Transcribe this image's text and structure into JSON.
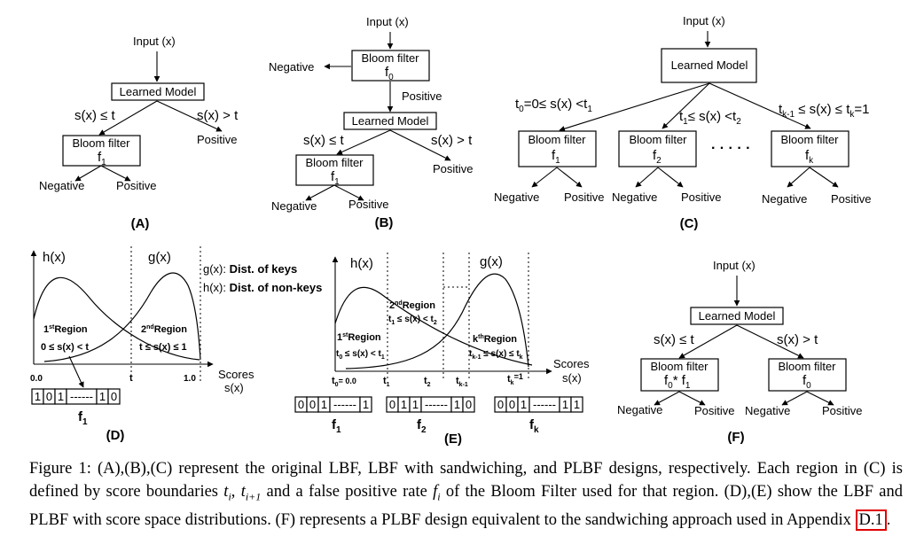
{
  "A": {
    "input": "Input (x)",
    "model": "Learned Model",
    "left_cond": "s(x) ≤ t",
    "right_cond": "s(x) > t",
    "bloom": "Bloom filter",
    "f": "f",
    "f_sub": "1",
    "negative": "Negative",
    "positive": "Positive",
    "positive_right": "Positive",
    "label": "(A)"
  },
  "B": {
    "input": "Input (x)",
    "negative_top": "Negative",
    "bloom_top": "Bloom filter",
    "f0": "f",
    "f0_sub": "0",
    "positive_mid": "Positive",
    "model": "Learned Model",
    "left_cond": "s(x) ≤ t",
    "right_cond": "s(x) > t",
    "bloom": "Bloom filter",
    "f1": "f",
    "f1_sub": "1",
    "positive_right": "Positive",
    "negative": "Negative",
    "positive": "Positive",
    "label": "(B)"
  },
  "C": {
    "input": "Input (x)",
    "model": "Learned Model",
    "cond1": "t",
    "cond1_sub": "0",
    "cond1_rest": "=0≤ s(x) <t",
    "cond1_sub2": "1",
    "cond2": "t",
    "cond2_sub": "1",
    "cond2_rest": "≤ s(x) <t",
    "cond2_sub2": "2",
    "condk": "t",
    "condk_sub": "k-1",
    "condk_rest": " ≤ s(x) ≤ t",
    "condk_sub2": "k",
    "condk_end": "=1",
    "bloom": "Bloom filter",
    "f": "f",
    "sub1": "1",
    "sub2": "2",
    "subk": "k",
    "dots": "· · · · ·",
    "neg1": "Negative",
    "pos1": "Positive",
    "neg2": "Negative",
    "pos2": "Positive",
    "negk": "Negative",
    "posk": "Positive",
    "label": "(C)"
  },
  "D": {
    "h": "h(x)",
    "g": "g(x)",
    "legend_g_label": "g(x): ",
    "legend_g_text": "Dist. of keys",
    "legend_h_label": "h(x): ",
    "legend_h_text": "Dist. of non-keys",
    "region1_pre": "1",
    "region1_sup": "st",
    "region1_post": "Region",
    "region1_cond": "0 ≤ s(x) < t",
    "region2_pre": "2",
    "region2_sup": "nd",
    "region2_post": "Region",
    "region2_cond": "t ≤ s(x) ≤ 1",
    "x0": "0.0",
    "xt": "t",
    "x1": "1.0",
    "scores": "Scores",
    "sx": "s(x)",
    "bits": [
      "1",
      "0",
      "1",
      "------",
      "1",
      "0"
    ],
    "f": "f",
    "f_sub": "1",
    "label": "(D)"
  },
  "E": {
    "h": "h(x)",
    "g": "g(x)",
    "region1_pre": "1",
    "region1_sup": "st",
    "region1_post": "Region",
    "region1_cond": "t",
    "region1_cond_sub": "0",
    "region1_cond_rest": " ≤ s(x) < t",
    "region1_cond_sub2": "1",
    "region2_pre": "2",
    "region2_sup": "nd",
    "region2_post": "Region",
    "region2_cond": "t",
    "region2_cond_sub": "1",
    "region2_cond_rest": " ≤ s(x) < t",
    "region2_cond_sub2": "2",
    "regionk_pre": "k",
    "regionk_sup": "th",
    "regionk_post": "Region",
    "regionk_cond": "t",
    "regionk_cond_sub": "k-1",
    "regionk_cond_rest": " ≤ s(x) ≤ t",
    "regionk_cond_sub2": "k",
    "t0": "t",
    "t0_sub": "0",
    "t0_val": "= 0.0",
    "t1": "t",
    "t1_sub": "1",
    "t2": "t",
    "t2_sub": "2",
    "tk1": "t",
    "tk1_sub": "k-1",
    "tk": "t",
    "tk_sub": "k",
    "tk_val": "=1",
    "scores": "Scores",
    "sx": "s(x)",
    "bits1": [
      "0",
      "0",
      "1",
      "------",
      "1"
    ],
    "bits2": [
      "0",
      "1",
      "1",
      "------",
      "1",
      "0"
    ],
    "bitsk": [
      "0",
      "0",
      "1",
      "------",
      "1",
      "1"
    ],
    "f": "f",
    "sub1": "1",
    "sub2": "2",
    "subk": "k",
    "label": "(E)"
  },
  "F": {
    "input": "Input (x)",
    "model": "Learned Model",
    "left_cond": "s(x) ≤ t",
    "right_cond": "s(x) > t",
    "bloom": "Bloom filter",
    "fl": "f",
    "fl_sub": "0",
    "fl_mid": "* f",
    "fl_sub2": "1",
    "fr": "f",
    "fr_sub": "0",
    "neg1": "Negative",
    "pos1": "Positive",
    "neg2": "Negative",
    "pos2": "Positive",
    "label": "(F)"
  },
  "caption": {
    "part1": "Figure 1: (A),(B),(C) represent the original LBF, LBF with sandwiching, and PLBF designs, respectively. Each region in (C) is defined by score boundaries ",
    "ti": "t",
    "ti_sub": "i",
    "comma": ", ",
    "ti1": "t",
    "ti1_sub": "i+1",
    "part2": " and a false positive rate ",
    "fi": "f",
    "fi_sub": "i",
    "part3": " of the Bloom Filter used for that region. (D),(E) show the LBF and PLBF with score space distributions. (F) represents a PLBF design equivalent to the sandwiching approach used in Appendix ",
    "ref": "D.1",
    "end": "."
  }
}
